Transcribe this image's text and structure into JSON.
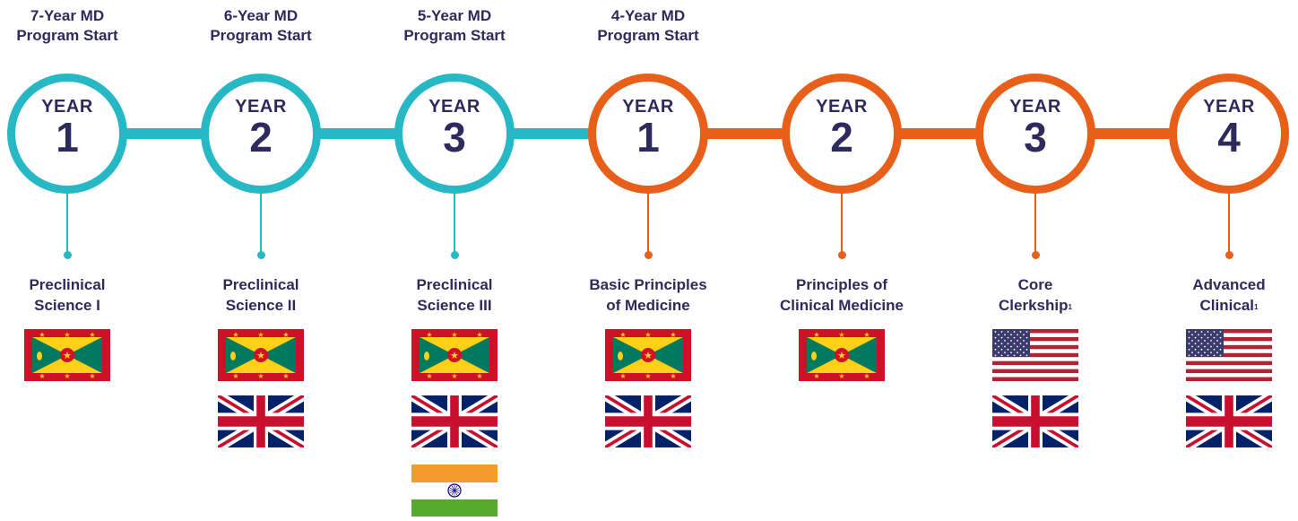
{
  "colors": {
    "teal": "#27b8c5",
    "orange": "#e85f1a",
    "navy": "#2d2a5c"
  },
  "stages": [
    {
      "start_label": [
        "7-Year MD",
        "Program Start"
      ],
      "year_word": "YEAR",
      "year_number": "1",
      "track": "teal",
      "phase": [
        "Preclinical",
        "Science I"
      ],
      "phase_note": "",
      "flags": [
        "grenada-flag"
      ]
    },
    {
      "start_label": [
        "6-Year MD",
        "Program Start"
      ],
      "year_word": "YEAR",
      "year_number": "2",
      "track": "teal",
      "phase": [
        "Preclinical",
        "Science II"
      ],
      "phase_note": "",
      "flags": [
        "grenada-flag",
        "uk-flag"
      ]
    },
    {
      "start_label": [
        "5-Year MD",
        "Program Start"
      ],
      "year_word": "YEAR",
      "year_number": "3",
      "track": "teal",
      "phase": [
        "Preclinical",
        "Science III"
      ],
      "phase_note": "",
      "flags": [
        "grenada-flag",
        "uk-flag",
        "india-flag"
      ]
    },
    {
      "start_label": [
        "4-Year MD",
        "Program Start"
      ],
      "year_word": "YEAR",
      "year_number": "1",
      "track": "orange",
      "phase": [
        "Basic Principles",
        "of Medicine"
      ],
      "phase_note": "",
      "flags": [
        "grenada-flag",
        "uk-flag"
      ]
    },
    {
      "start_label": [],
      "year_word": "YEAR",
      "year_number": "2",
      "track": "orange",
      "phase": [
        "Principles of",
        "Clinical Medicine"
      ],
      "phase_note": "",
      "flags": [
        "grenada-flag"
      ]
    },
    {
      "start_label": [],
      "year_word": "YEAR",
      "year_number": "3",
      "track": "orange",
      "phase": [
        "Core",
        "Clerkship"
      ],
      "phase_note": "1",
      "flags": [
        "usa-flag",
        "uk-flag"
      ]
    },
    {
      "start_label": [],
      "year_word": "YEAR",
      "year_number": "4",
      "track": "orange",
      "phase": [
        "Advanced",
        "Clinical"
      ],
      "phase_note": "1",
      "flags": [
        "usa-flag",
        "uk-flag"
      ]
    }
  ]
}
